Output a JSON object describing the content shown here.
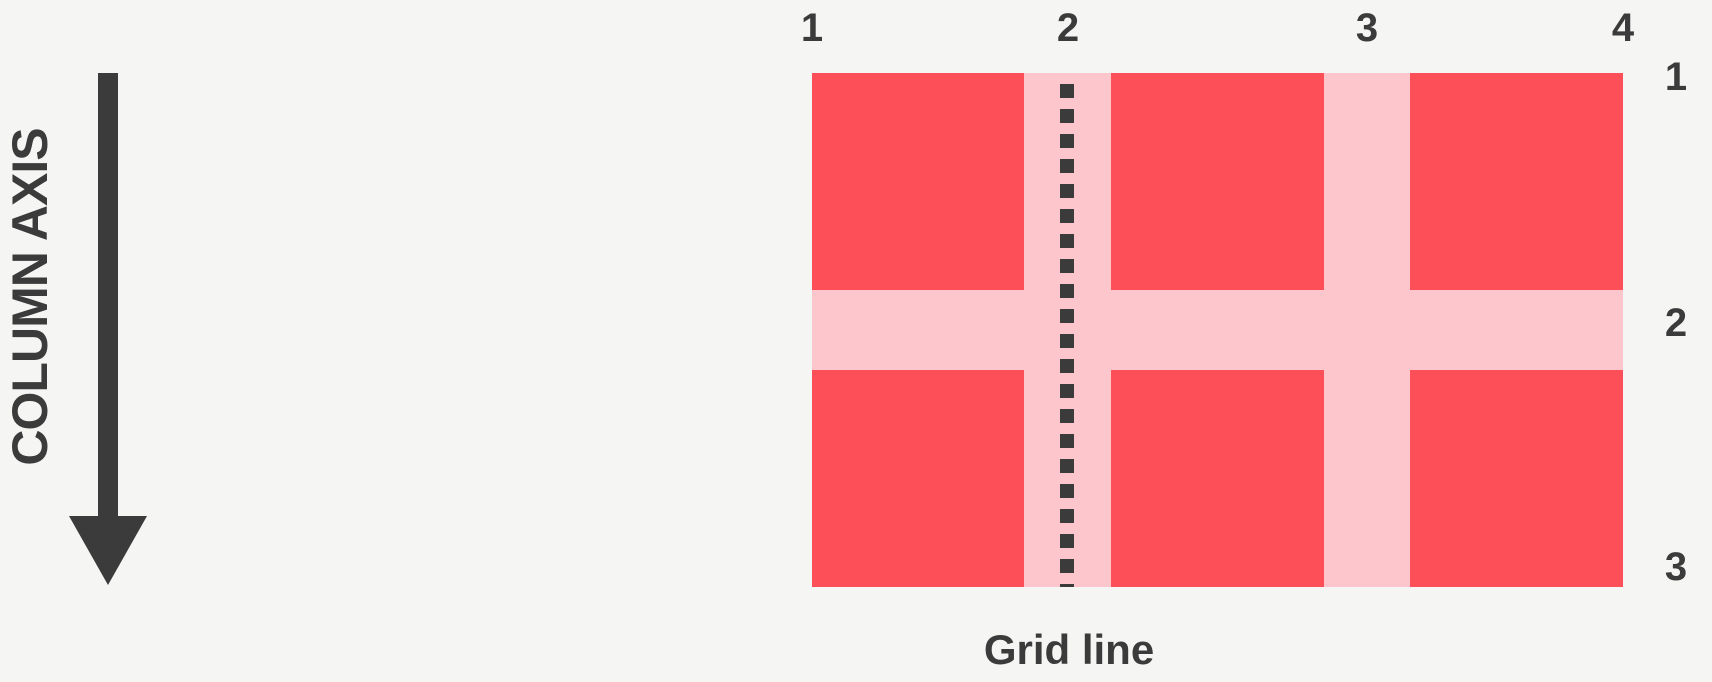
{
  "diagram": {
    "column_axis_label": "COLUMN AXIS",
    "grid_line_caption": "Grid line",
    "top_line_numbers": [
      "1",
      "2",
      "3",
      "4"
    ],
    "right_line_numbers": [
      "1",
      "2",
      "3"
    ],
    "grid": {
      "columns": 3,
      "rows": 2,
      "dotted_line_marks": "grid line 2"
    }
  },
  "colors": {
    "background": "#f5f5f4",
    "cell_red": "#fd4f57",
    "gap_pink": "#fdc6cc",
    "ink_dark": "#3b3b3b"
  }
}
